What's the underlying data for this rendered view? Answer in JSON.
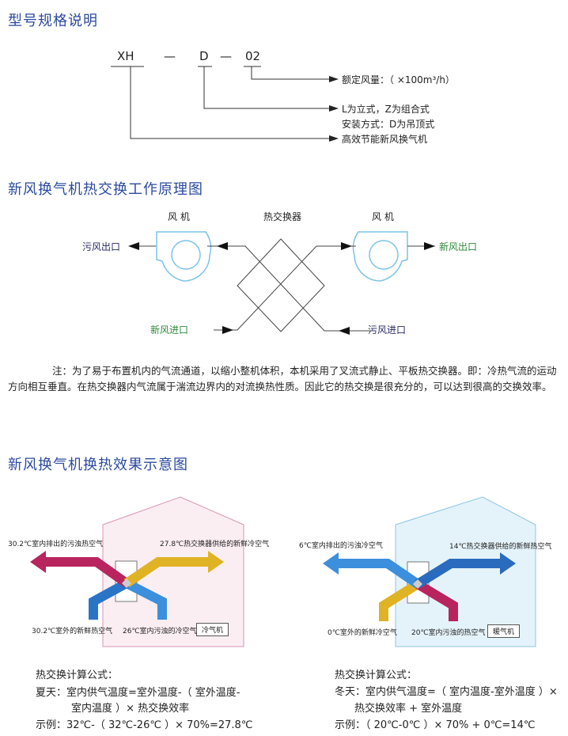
{
  "section1": {
    "title": "型号规格说明",
    "code_parts": [
      "XH",
      "—",
      "D",
      "—",
      "02"
    ],
    "labels": [
      "额定风量：（ ×100m³/h）",
      "L为立式，Z为组合式",
      "安装方式：D为吊顶式",
      "高效节能新风换气机"
    ]
  },
  "section2": {
    "title": "新风换气机热交换工作原理图",
    "fan_left": "风  机",
    "exchanger": "热交换器",
    "fan_right": "风  机",
    "dirty_out": "污风出口",
    "fresh_out": "新风出口",
    "fresh_in": "新风进口",
    "dirty_in": "污风进口",
    "note": "注：为了易于布置机内的气流通道，以缩小整机体积，本机采用了叉流式静止、平板热交换器。即：冷热气流的运动方向相互垂直。在热交换器内气流属于湍流边界内的对流换热性质。因此它的热交换是很充分的，可以达到很高的交换效率。"
  },
  "section3": {
    "title": "新风换气机换热效果示意图",
    "summer": {
      "exhaust": "30.2℃室内排出的污浊热空气",
      "supply": "27.8℃热交换器供给的新鲜冷空气",
      "outdoor": "30.2℃室外的新鲜热空气",
      "indoor": "26℃室内污浊的冷空气",
      "device": "冷气机",
      "formula_title": "热交换计算公式：",
      "formula_line1": "夏天：室内供气温度=室外温度-（ 室外温度-",
      "formula_line2": "室内温度 ）× 热交换效率",
      "example": "示例：32℃-（ 32℃-26℃ ）× 70%=27.8℃"
    },
    "winter": {
      "exhaust": "6℃室内排出的污浊冷空气",
      "supply": "14℃热交换器供给的新鲜热空气",
      "outdoor": "0℃室外的新鲜冷空气",
      "indoor": "20℃室内污浊的热空气",
      "device": "暖气机",
      "formula_title": "热交换计算公式：",
      "formula_line1": "冬天：室内供气温度=（ 室内温度-室外温度 ）×",
      "formula_line2": "热交换效率 + 室外温度",
      "example": "示例：（ 20℃-0℃ ）× 70% + 0℃=14℃"
    }
  },
  "colors": {
    "title": "#2b4a9e",
    "magenta": "#b8245e",
    "yellow": "#e0b324",
    "blue": "#2f7fd0",
    "dark_blue": "#2a6bbd",
    "pink_house": "#fbeef3",
    "blue_house": "#e4f3fa"
  }
}
